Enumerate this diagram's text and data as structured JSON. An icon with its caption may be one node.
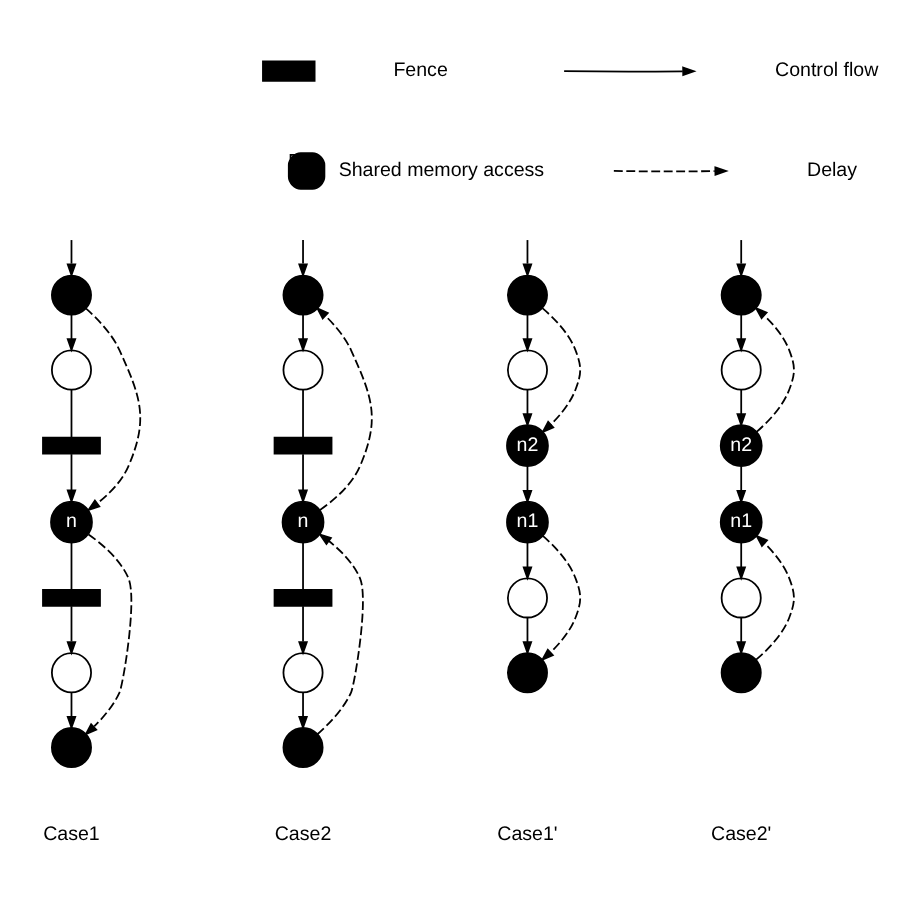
{
  "diagram": {
    "nodes": [
      {
        "text": [],
        "shape": "circle"
      },
      {
        "text": [],
        "shape": "circle"
      },
      {
        "text": [],
        "shape": "bar"
      },
      {
        "text": [
          "n"
        ]
      },
      {
        "text": [],
        "shape": "bar"
      },
      {
        "text": [],
        "shape": "circle"
      },
      {
        "text": [],
        "shape": "circle"
      },
      {
        "text": [],
        "shape": "circle"
      },
      {
        "text": [],
        "shape": "circle"
      },
      {
        "text": [],
        "shape": "bar"
      },
      {
        "text": [
          "n"
        ]
      },
      {
        "text": [],
        "shape": "bar"
      },
      {
        "text": [],
        "shape": "circle"
      },
      {
        "text": [],
        "shape": "circle"
      },
      {
        "text": [],
        "shape": "circle"
      },
      {
        "text": [],
        "shape": "circle"
      },
      {
        "text": [
          "n2"
        ]
      },
      {
        "text": [
          "n1"
        ]
      },
      {
        "text": [],
        "shape": "circle"
      },
      {
        "text": [],
        "shape": "circle"
      },
      {
        "text": [],
        "shape": "circle"
      },
      {
        "text": [],
        "shape": "circle"
      },
      {
        "text": [
          "n2"
        ]
      },
      {
        "text": [
          "n1"
        ]
      },
      {
        "text": [],
        "shape": "circle"
      },
      {
        "text": [],
        "shape": "circle"
      }
    ],
    "edges": [
      {
        "from": null,
        "to": 0,
        "arrow": "to"
      },
      {
        "from": 0,
        "to": 1,
        "arrow": "to"
      },
      {
        "from": 1,
        "to": 2,
        "arrow": "none"
      },
      {
        "from": 2,
        "to": 3,
        "arrow": "to"
      },
      {
        "from": 3,
        "to": 4,
        "arrow": "none"
      },
      {
        "from": 4,
        "to": 5,
        "arrow": "to"
      },
      {
        "from": 5,
        "to": 6,
        "arrow": "to"
      },
      {
        "from": 0,
        "to": 3,
        "arrow": "to",
        "style": "dashed"
      },
      {
        "from": 3,
        "to": 6,
        "arrow": "to",
        "style": "dashed"
      },
      {
        "from": null,
        "to": 7,
        "arrow": "to"
      },
      {
        "from": 7,
        "to": 8,
        "arrow": "to"
      },
      {
        "from": 8,
        "to": 9,
        "arrow": "none"
      },
      {
        "from": 9,
        "to": 10,
        "arrow": "to"
      },
      {
        "from": 10,
        "to": 11,
        "arrow": "none"
      },
      {
        "from": 11,
        "to": 12,
        "arrow": "to"
      },
      {
        "from": 12,
        "to": 13,
        "arrow": "to"
      },
      {
        "from": 10,
        "to": 7,
        "arrow": "to",
        "style": "dashed"
      },
      {
        "from": 13,
        "to": 10,
        "arrow": "to",
        "style": "dashed"
      },
      {
        "from": null,
        "to": 14,
        "arrow": "to"
      },
      {
        "from": 14,
        "to": 15,
        "arrow": "to"
      },
      {
        "from": 15,
        "to": 16,
        "arrow": "to"
      },
      {
        "from": 16,
        "to": 17,
        "arrow": "to"
      },
      {
        "from": 17,
        "to": 18,
        "arrow": "to"
      },
      {
        "from": 18,
        "to": 19,
        "arrow": "to"
      },
      {
        "from": 14,
        "to": 16,
        "arrow": "to",
        "style": "dashed"
      },
      {
        "from": 17,
        "to": 19,
        "arrow": "to",
        "style": "dashed"
      },
      {
        "from": null,
        "to": 20,
        "arrow": "to"
      },
      {
        "from": 20,
        "to": 21,
        "arrow": "to"
      },
      {
        "from": 21,
        "to": 22,
        "arrow": "to"
      },
      {
        "from": 22,
        "to": 23,
        "arrow": "to"
      },
      {
        "from": 23,
        "to": 24,
        "arrow": "to"
      },
      {
        "from": 24,
        "to": 25,
        "arrow": "to"
      },
      {
        "from": 22,
        "to": 20,
        "arrow": "to",
        "style": "dashed"
      },
      {
        "from": 25,
        "to": 23,
        "arrow": "to",
        "style": "dashed"
      }
    ],
    "labels": [
      "Case1",
      "Case2",
      "Case1'",
      "Case2'"
    ],
    "legend": [
      {
        "text": "Fence",
        "color": "#000000"
      },
      {
        "text": "Shared memory access"
      },
      {
        "text": "Control flow"
      },
      {
        "text": "Delay"
      }
    ]
  }
}
